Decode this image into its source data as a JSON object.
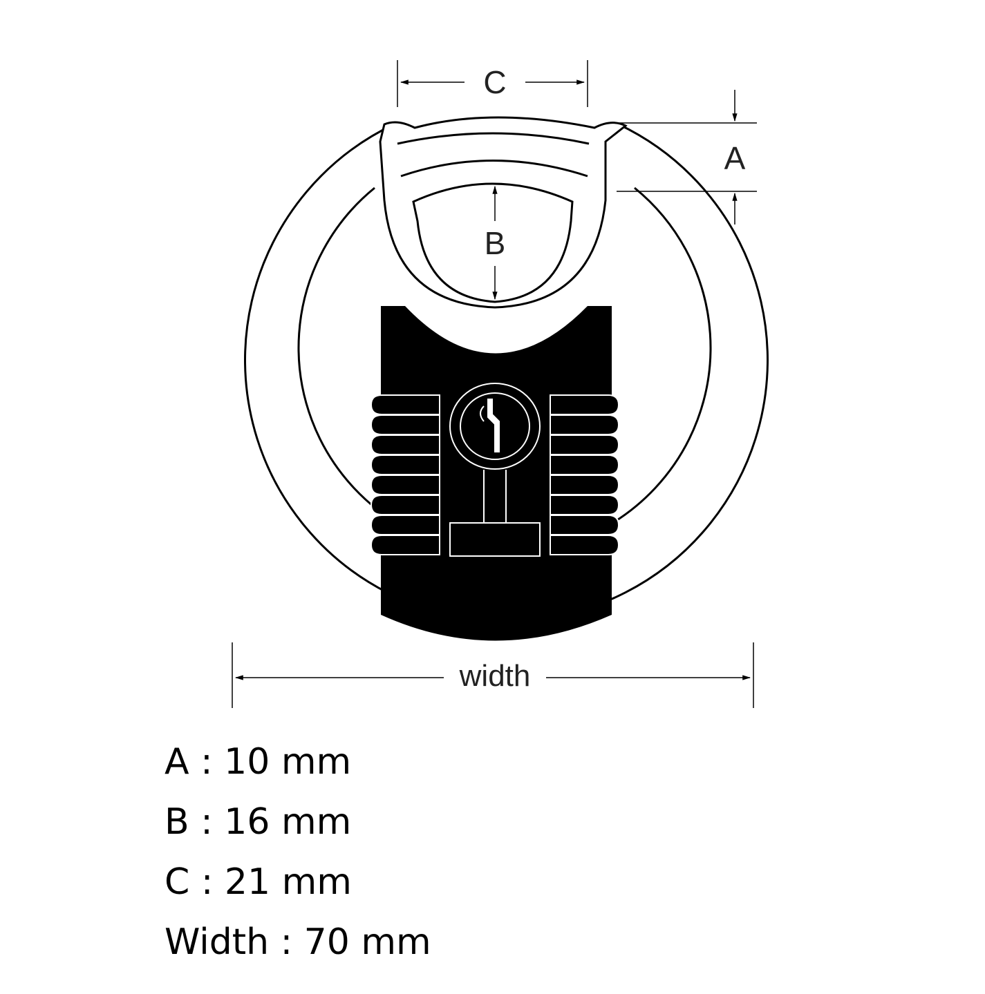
{
  "diagram": {
    "labels": {
      "a": "A",
      "b": "B",
      "c": "C",
      "width": "width"
    }
  },
  "specs": [
    {
      "text": "A : 10 mm"
    },
    {
      "text": "B : 16 mm"
    },
    {
      "text": "C : 21 mm"
    },
    {
      "text": "Width : 70 mm"
    }
  ],
  "colors": {
    "ink": "#000000",
    "label": "#222222",
    "background": "#ffffff"
  }
}
